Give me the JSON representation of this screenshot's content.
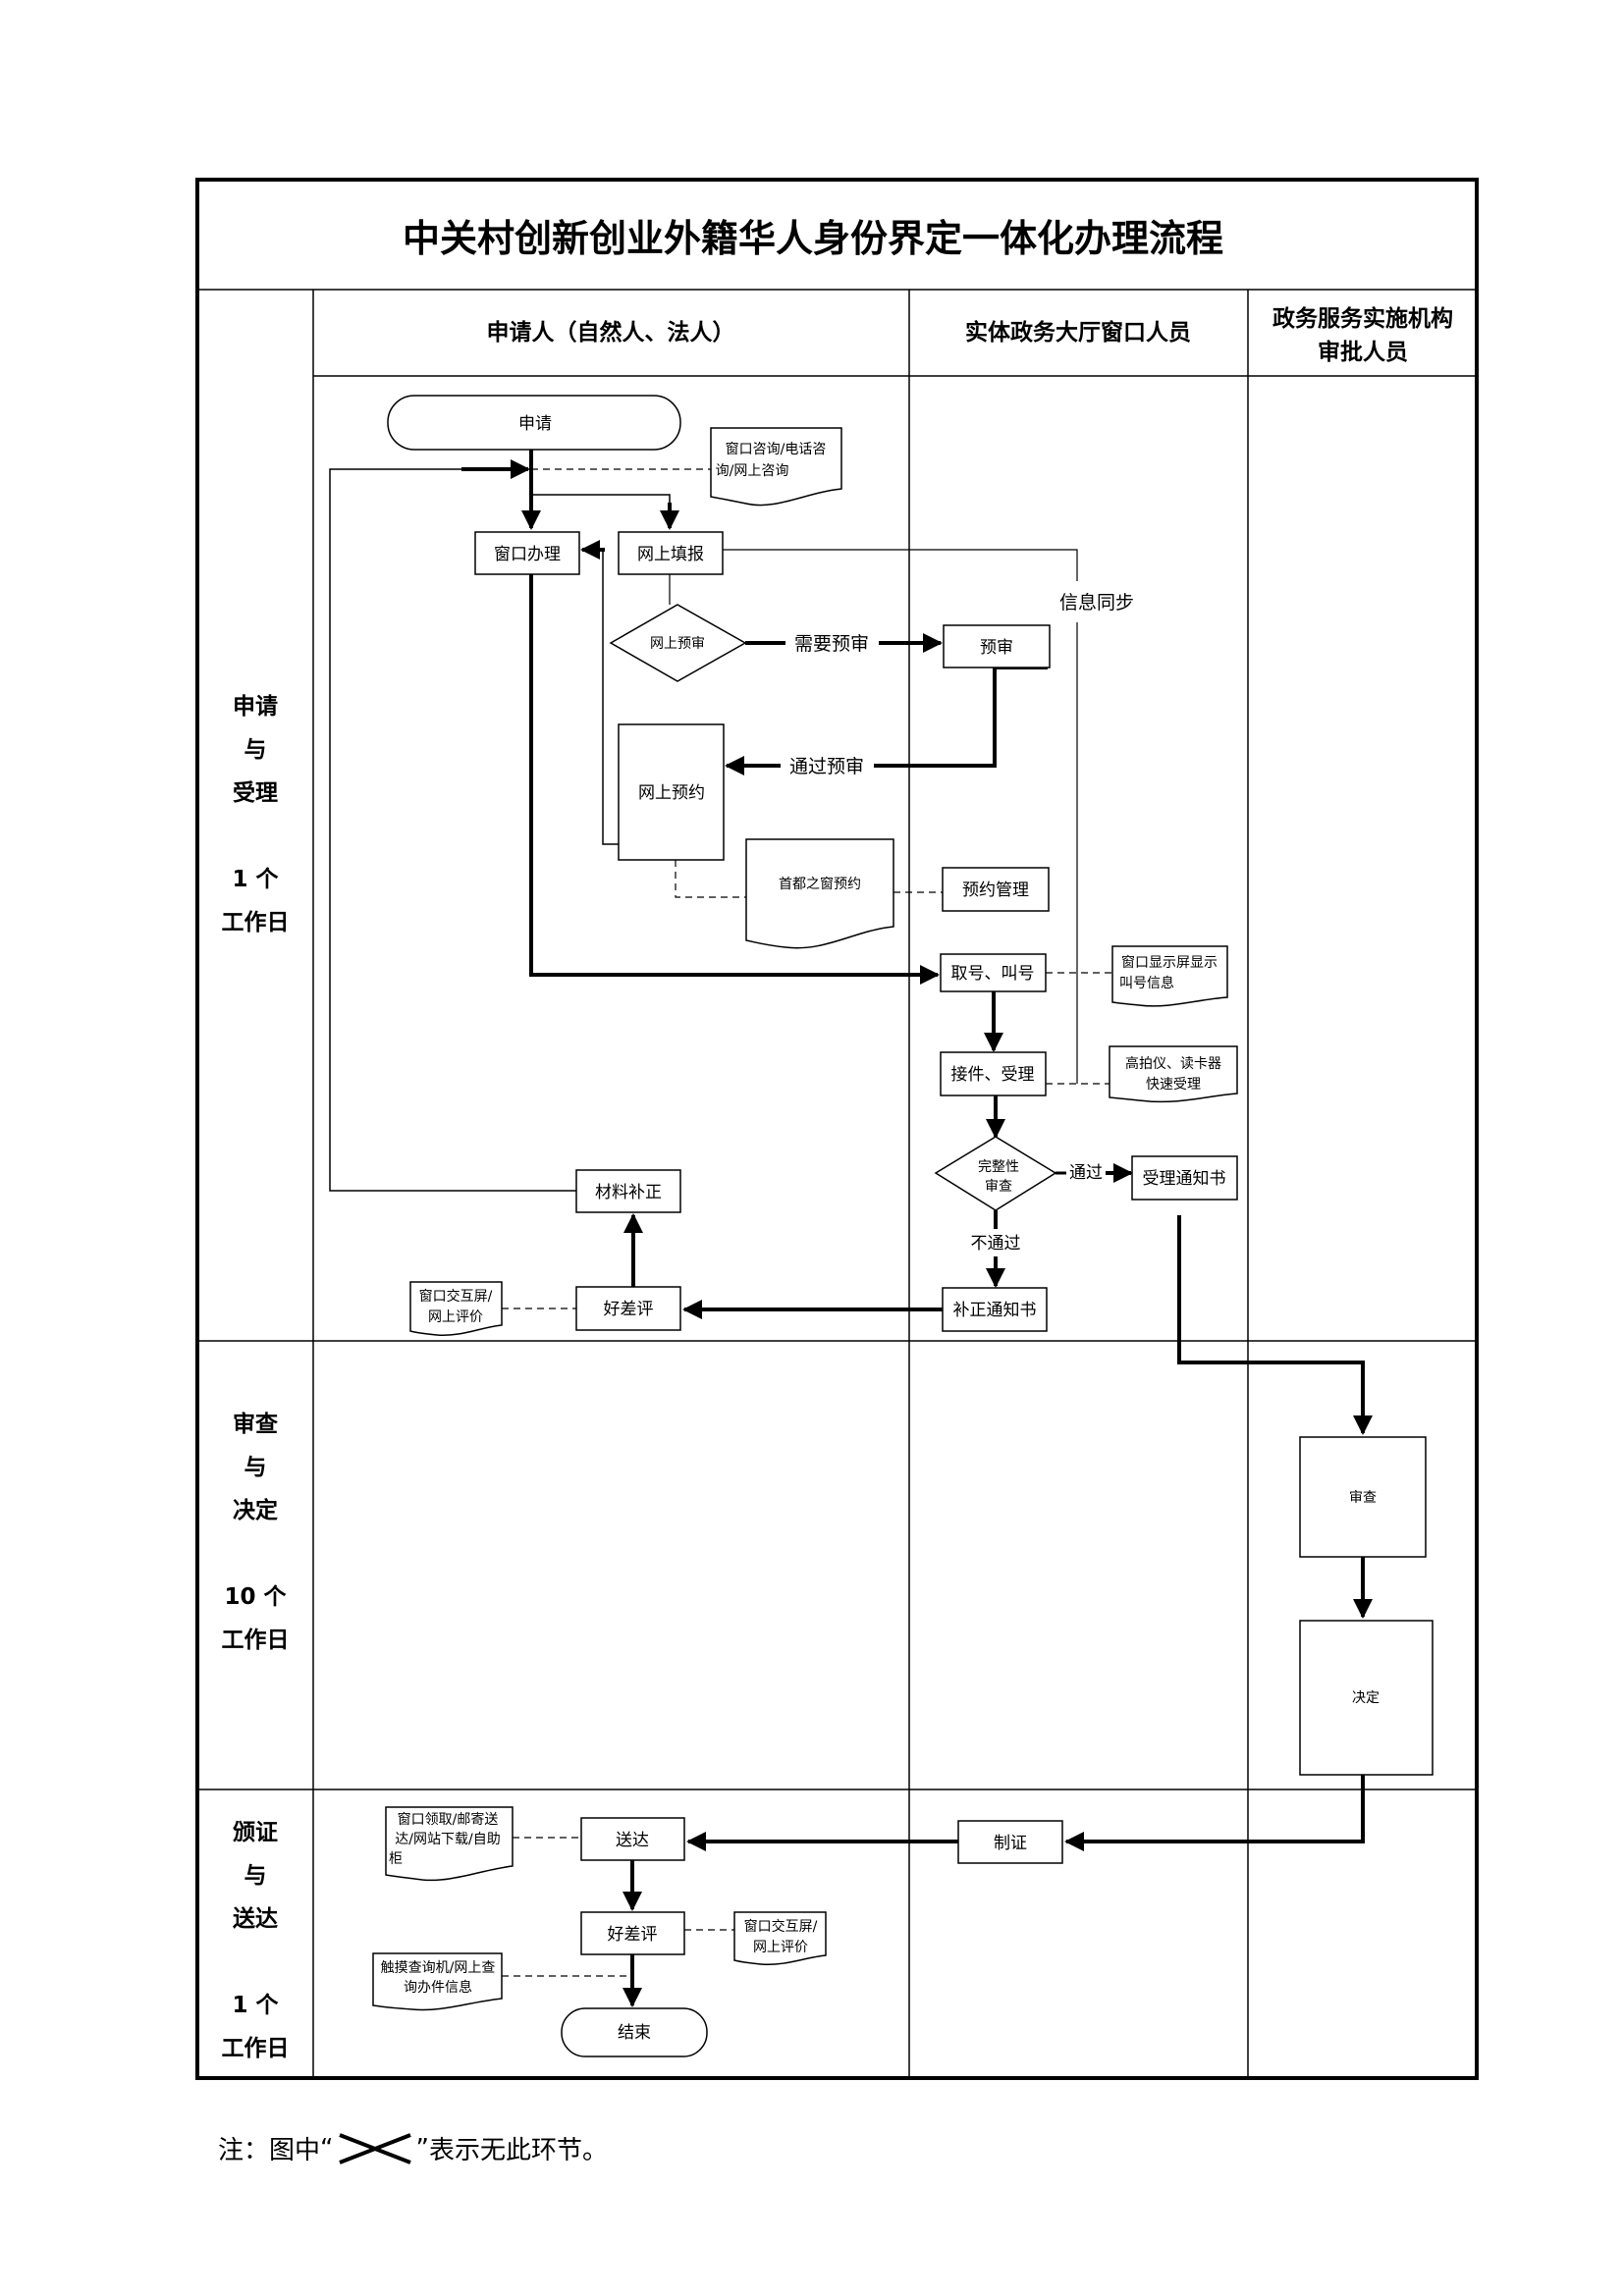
{
  "title": "中关村创新创业外籍华人身份界定一体化办理流程",
  "lanes": [
    {
      "label_lines": [
        "申请人（自然人、法人）"
      ]
    },
    {
      "label_lines": [
        "实体政务大厅窗口人员"
      ]
    },
    {
      "label_lines": [
        "政务服务实施机构",
        "审批人员"
      ]
    }
  ],
  "stages": [
    {
      "name_lines": [
        "申请",
        "与",
        "受理"
      ],
      "duration_lines": [
        "1 个",
        "工作日"
      ]
    },
    {
      "name_lines": [
        "审查",
        "与",
        "决定"
      ],
      "duration_lines": [
        "10 个",
        "工作日"
      ]
    },
    {
      "name_lines": [
        "颁证",
        "与",
        "送达"
      ],
      "duration_lines": [
        "1 个",
        "工作日"
      ]
    }
  ],
  "nodes": {
    "apply": "申请",
    "consult_doc": [
      "窗口咨询/电话咨",
      "询/网上咨询"
    ],
    "window_handle": "窗口办理",
    "online_fill": "网上填报",
    "online_precheck": "网上预审",
    "precheck": "预审",
    "online_booking": "网上预约",
    "capital_window_doc": "首都之窗预约",
    "booking_mgmt": "预约管理",
    "take_number": "取号、叫号",
    "screen_doc": [
      "窗口显示屏显示",
      "叫号信息"
    ],
    "accept": "接件、受理",
    "scanner_doc": [
      "高拍仪、读卡器",
      "快速受理"
    ],
    "completeness_check": [
      "完整性",
      "审查"
    ],
    "acceptance_notice": "受理通知书",
    "correction_notice": "补正通知书",
    "material_correction": "材料补正",
    "rating1": "好差评",
    "rating_doc1": [
      "窗口交互屏/",
      "网上评价"
    ],
    "review": "审查",
    "decision": "决定",
    "make_cert": "制证",
    "deliver": "送达",
    "delivery_doc": [
      "窗口领取/邮寄送",
      "达/网站下载/自助",
      "柜"
    ],
    "rating2": "好差评",
    "rating_doc2": [
      "窗口交互屏/",
      "网上评价"
    ],
    "query_doc": [
      "触摸查询机/网上查",
      "询办件信息"
    ],
    "end": "结束"
  },
  "edge_labels": {
    "need_precheck": "需要预审",
    "pass_precheck": "通过预审",
    "info_sync": "信息同步",
    "pass": "通过",
    "fail": "不通过"
  },
  "note": {
    "prefix": "注：图中",
    "open_quote": "“",
    "close_quote": "”",
    "suffix": "表示无此环节。",
    "symbol_icon": "cross-icon"
  }
}
